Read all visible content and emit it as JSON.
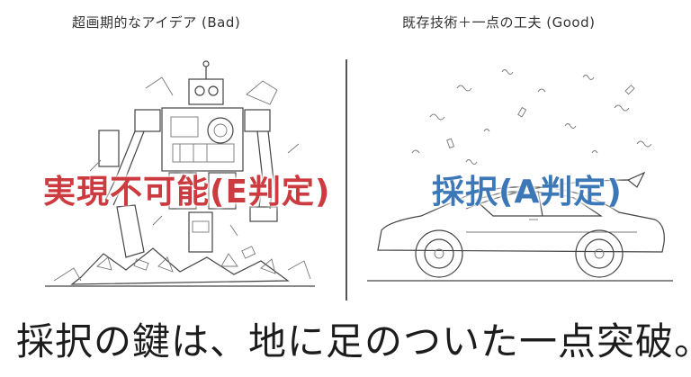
{
  "left": {
    "heading": "超画期的なアイデア (Bad)",
    "stamp": "実現不可能(E判定)",
    "stamp_color": "#cc3b3f"
  },
  "right": {
    "heading": "既存技術＋一点の工夫 (Good)",
    "stamp": "採択(A判定)",
    "stamp_color": "#3c78b8"
  },
  "bottom_message": "採択の鍵は、地に足のついた一点突破。",
  "illustrations": {
    "left": "crumbling-robot-sketch",
    "right": "car-with-confetti-sketch"
  }
}
